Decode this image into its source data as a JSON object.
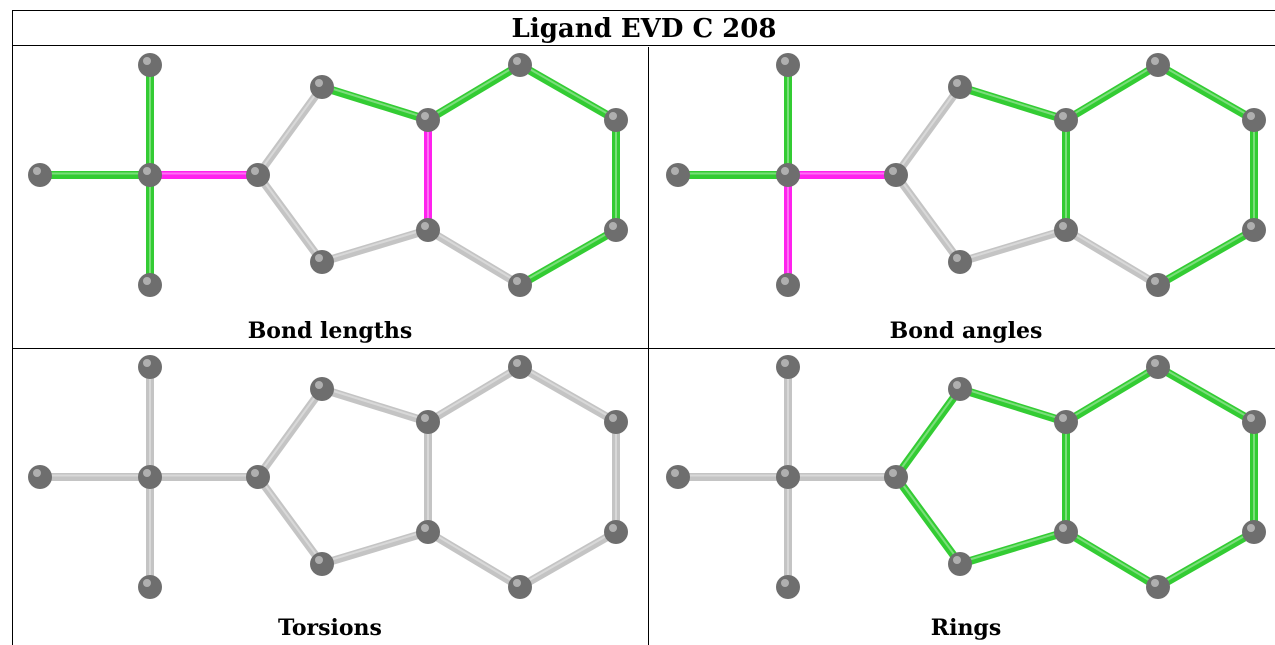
{
  "title": "Ligand EVD C 208",
  "panels": [
    {
      "caption": "Bond lengths",
      "bond_colors": [
        "green",
        "green",
        "green",
        "magenta",
        "gray",
        "gray",
        "green",
        "green",
        "magenta",
        "gray",
        "gray",
        "green",
        "green",
        "green"
      ]
    },
    {
      "caption": "Bond angles",
      "bond_colors": [
        "green",
        "green",
        "magenta",
        "magenta",
        "gray",
        "gray",
        "green",
        "green",
        "green",
        "gray",
        "gray",
        "green",
        "green",
        "green"
      ]
    },
    {
      "caption": "Torsions",
      "bond_colors": [
        "gray",
        "gray",
        "gray",
        "gray",
        "gray",
        "gray",
        "gray",
        "gray",
        "gray",
        "gray",
        "gray",
        "gray",
        "gray",
        "gray"
      ]
    },
    {
      "caption": "Rings",
      "bond_colors": [
        "gray",
        "gray",
        "gray",
        "gray",
        "green",
        "green",
        "green",
        "green",
        "green",
        "green",
        "green",
        "green",
        "green",
        "green"
      ]
    }
  ],
  "colors": {
    "green": "#33cc33",
    "magenta": "#ff22ee",
    "gray": "#c4c4c4",
    "atom": "#6e6e6e"
  }
}
